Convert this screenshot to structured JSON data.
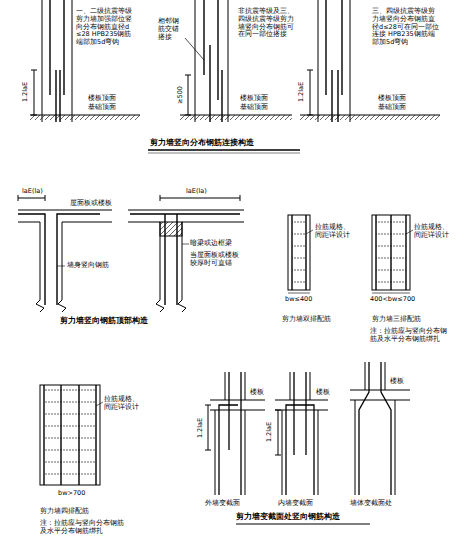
{
  "diagram": {
    "labels": [
      "一、二级抗震等级剪力墙加强部位竖向分布钢筋直径d≤28 HPB235钢筋端部加5d弯钩",
      "1.2laE",
      "楼板顶面",
      "基础顶面",
      "相邻钢筋交错搭接",
      "非抗震等级及三、四级抗震等级剪力墙竖向分布钢筋可在同一部位搭接",
      "≥500",
      "楼板顶面",
      "基础顶面",
      "三、四级抗震等级剪力墙竖向分布钢筋直径d≤28可在同一部位连接 HPB235钢筋端部加5d弯钩",
      "1.2laE",
      "楼板顶面",
      "基础顶面",
      "剪力墙竖向分布钢筋连接构造",
      "laE(la)",
      "laE(la)",
      "屋面板或楼板",
      "墙身竖向钢筋",
      "暗梁或边框梁",
      "当屋面板或楼板较厚时可直锚",
      "剪力墙竖向钢筋顶部构造",
      "拉筋规格、间距详设计",
      "bw≤400",
      "剪力墙双排配筋",
      "拉筋规格、间距详设计",
      "400<bw≤700",
      "剪力墙三排配筋",
      "注：拉筋应与竖向分布钢筋及水平分布钢筋绑扎",
      "拉筋规格、间距详设计",
      "bw>700",
      "剪力墙四排配筋",
      "注：拉筋应与竖向分布钢筋及水平分布钢筋绑扎",
      "楼板",
      "楼板",
      "楼板",
      "1.2laE",
      "1.2laE",
      "外墙变截面",
      "内墙变截面",
      "墙体变截面处",
      "剪力墙变截面处竖向钢筋构造"
    ]
  }
}
